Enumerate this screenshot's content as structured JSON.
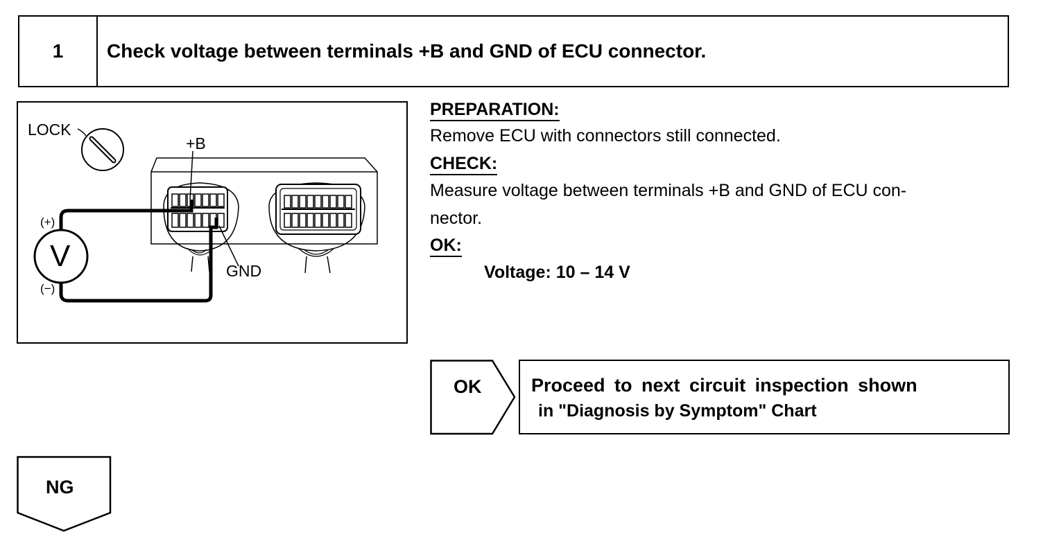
{
  "step": {
    "number": "1",
    "title": "Check voltage between terminals +B and GND of ECU connector."
  },
  "diagram": {
    "labels": {
      "lock": "LOCK",
      "plus_b": "+B",
      "gnd": "GND",
      "plus": "(+)",
      "minus": "(−)",
      "voltmeter": "V"
    }
  },
  "instructions": {
    "preparation_heading": "PREPARATION:",
    "preparation_text": "Remove ECU with connectors still connected.",
    "check_heading": "CHECK:",
    "check_text_line1": "Measure voltage between terminals +B and GND of ECU con-",
    "check_text_line2": "nector.",
    "ok_heading": "OK:",
    "ok_value": "Voltage: 10 – 14 V"
  },
  "result_ok": {
    "tag": "OK",
    "line1": "Proceed to next circuit inspection shown",
    "line2": "in \"Diagnosis by Symptom\" Chart"
  },
  "result_ng": {
    "tag": "NG"
  }
}
